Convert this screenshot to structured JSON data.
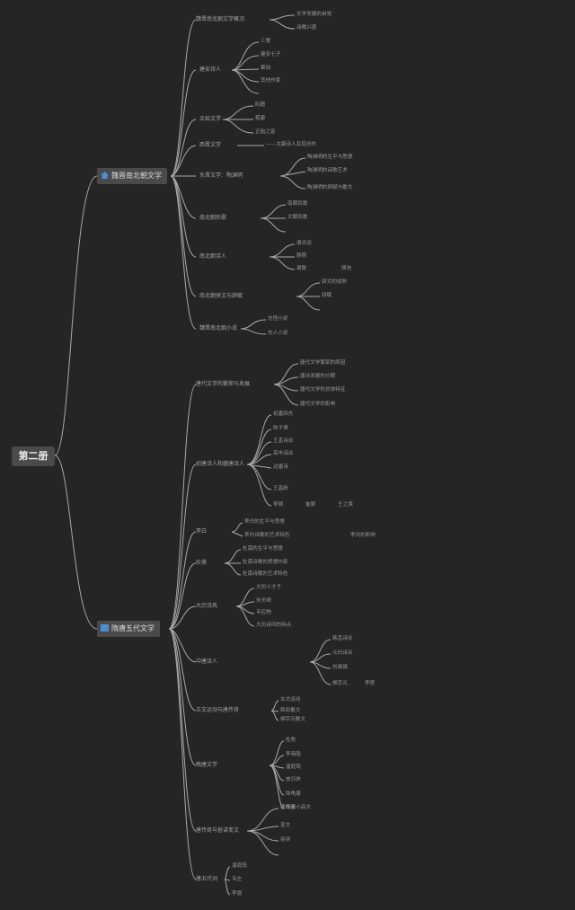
{
  "root": "第二册",
  "branch1": {
    "label": "魏晋南北朝文学",
    "icon": "house-icon",
    "icon_color": "#4a8fd6",
    "sections": [
      {
        "label": "魏晋南北朝文学概况",
        "items": [
          "文学发展的自觉",
          "诗歌兴盛"
        ]
      },
      {
        "label": "建安诗人",
        "items": [
          "三曹",
          "建安七子",
          "蔡琰",
          "其他作家"
        ]
      },
      {
        "label": "正始文学",
        "items": [
          "阮籍",
          "嵇康",
          "正始之音"
        ]
      },
      {
        "label": "西晋文学",
        "items": [
          "——太康诗人及其创作"
        ]
      },
      {
        "label": "东晋文学：陶渊明",
        "items": [
          "陶渊明的生平与思想",
          "陶渊明的诗歌艺术",
          "陶渊明的辞赋与散文"
        ]
      },
      {
        "label": "南北朝民歌",
        "items": [
          "南朝民歌",
          "北朝民歌"
        ]
      },
      {
        "label": "南北朝诗人",
        "items": [
          "谢灵运",
          "鲍照",
          "谢朓",
          "庾信"
        ]
      },
      {
        "label": "南北朝骈文与辞赋",
        "items": [
          "骈文的成熟",
          "骈赋"
        ]
      },
      {
        "label": "魏晋南北朝小说",
        "items": [
          "志怪小说",
          "志人小说"
        ]
      }
    ]
  },
  "branch2": {
    "label": "隋唐五代文学",
    "icon": "flag-icon",
    "icon_color": "#4a8fd6",
    "sections": [
      {
        "label": "唐代文学的繁荣与发展",
        "items": [
          "唐代文学繁荣的原因",
          "唐诗发展的分期",
          "唐代文学的总体特征",
          "唐代文学的影响"
        ]
      },
      {
        "label": "初唐诗人和盛唐诗人",
        "items": [
          "初唐四杰",
          "陈子昂",
          "王孟诗派",
          "高岑诗派",
          "边塞诗",
          "王昌龄",
          "李颀",
          "崔颢",
          "王之涣"
        ]
      },
      {
        "label": "李白",
        "items": [
          "李白的生平与思想",
          "李白诗歌的艺术特色",
          "李白的影响"
        ]
      },
      {
        "label": "杜甫",
        "items": [
          "杜甫的生平与思想",
          "杜甫诗歌的思想内容",
          "杜甫诗歌的艺术特色"
        ]
      },
      {
        "label": "大历诗风",
        "items": [
          "大历十才子",
          "刘长卿",
          "韦应物",
          "大历诗风的特点"
        ]
      },
      {
        "label": "中唐诗人",
        "items": [
          "韩孟诗派",
          "元白诗派",
          "刘禹锡",
          "柳宗元",
          "李贺"
        ]
      },
      {
        "label": "古文运动与唐传奇",
        "items": [
          "古文运动",
          "韩愈散文",
          "柳宗元散文"
        ]
      },
      {
        "label": "晚唐文学",
        "items": [
          "杜牧",
          "李商隐",
          "温庭筠",
          "皮日休",
          "陆龟蒙",
          "晚唐小品文"
        ]
      },
      {
        "label": "唐传奇与俗讲变文",
        "items": [
          "唐传奇",
          "变文",
          "俗讲"
        ]
      },
      {
        "label": "唐五代词",
        "items": [
          "温庭筠",
          "韦庄",
          "李煜"
        ]
      }
    ]
  }
}
